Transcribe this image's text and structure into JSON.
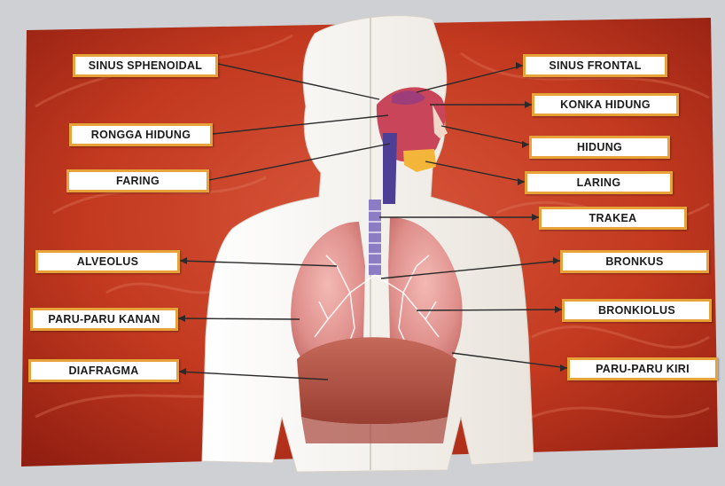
{
  "labels": {
    "sinus_sphenoidal": "SINUS SPHENOIDAL",
    "rongga_hidung": "RONGGA HIDUNG",
    "faring": "FARING",
    "alveolus": "ALVEOLUS",
    "paru_paru_kanan": "PARU-PARU KANAN",
    "diafragma": "DIAFRAGMA",
    "sinus_frontal": "SINUS FRONTAL",
    "konka_hidung": "KONKA HIDUNG",
    "hidung": "HIDUNG",
    "laring": "LARING",
    "trakea": "TRAKEA",
    "bronkus": "BRONKUS",
    "bronkiolus": "BRONKIOLUS",
    "paru_paru_kiri": "PARU-PARU KIRI"
  },
  "colors": {
    "background_cloth": "#cfd0d4",
    "board_red": "#c23a22",
    "board_dark": "#8f1f12",
    "body_cutout": "#f6f3ee",
    "label_border": "#e7a23a",
    "label_fill": "#ffffff",
    "leader_line": "#2a2a2a",
    "lung": "#e39a96",
    "diaphragm": "#b9584a",
    "trachea": "#5a4aa0"
  }
}
